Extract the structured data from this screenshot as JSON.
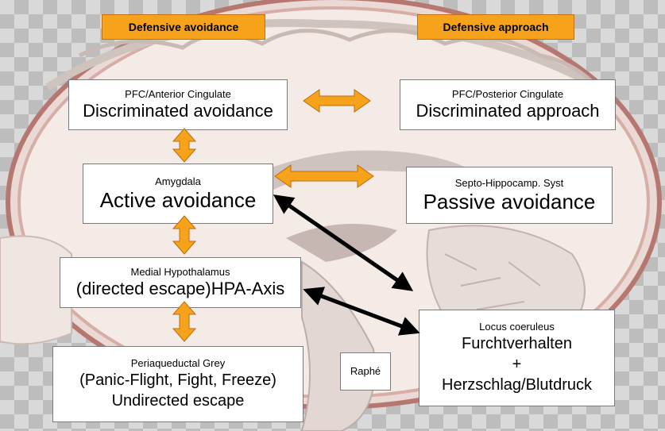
{
  "headers": {
    "left": "Defensive avoidance",
    "right": "Defensive approach"
  },
  "boxes": {
    "pfc_anterior": {
      "sub": "PFC/Anterior Cingulate",
      "main": "Discriminated avoidance"
    },
    "pfc_posterior": {
      "sub": "PFC/Posterior Cingulate",
      "main": "Discriminated approach"
    },
    "amygdala": {
      "sub": "Amygdala",
      "main": "Active avoidance"
    },
    "septo": {
      "sub": "Septo-Hippocamp. Syst",
      "main": "Passive avoidance"
    },
    "hypothalamus": {
      "sub": "Medial Hypothalamus",
      "main": "(directed escape)HPA-Axis"
    },
    "locus": {
      "sub": "Locus coeruleus",
      "line1": "Furchtverhalten",
      "line2": "+",
      "line3": "Herzschlag/Blutdruck"
    },
    "pag": {
      "sub": "Periaqueductal Grey",
      "line1": "(Panic-Flight, Fight, Freeze)",
      "line2": "Undirected escape"
    },
    "raphe": {
      "label": "Raphé"
    }
  },
  "colors": {
    "header_fill": "#f7a21b",
    "orange_arrow": "#f7a21b",
    "black_arrow": "#000000"
  }
}
